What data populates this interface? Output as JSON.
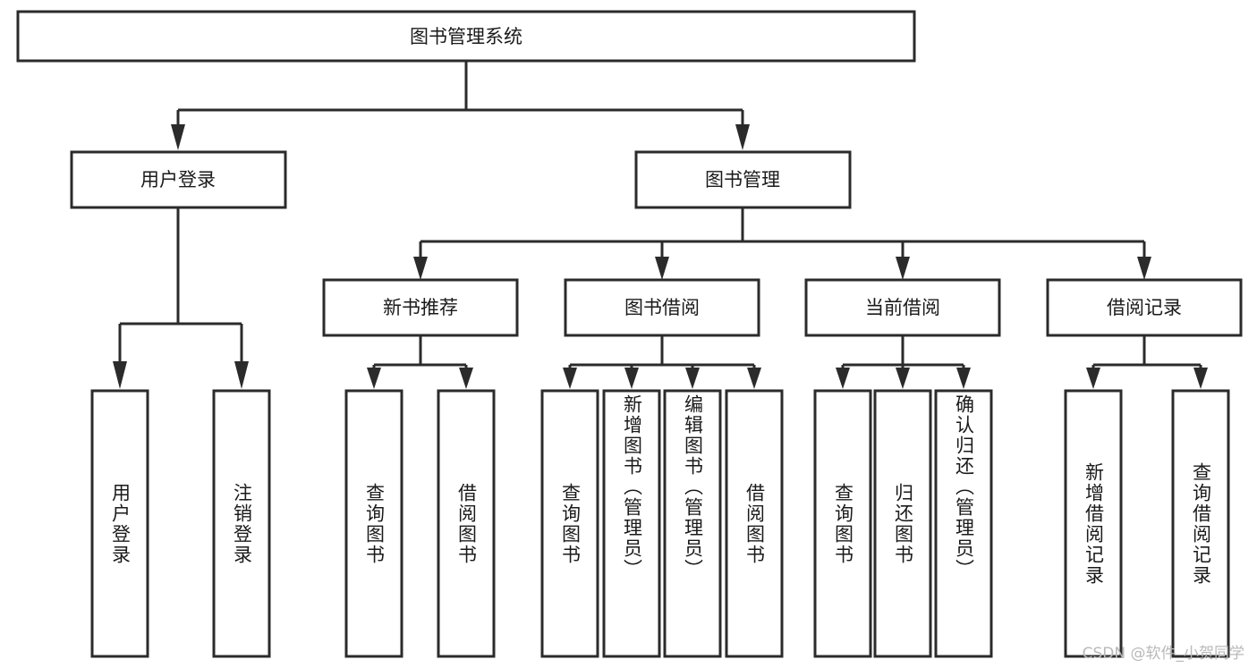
{
  "diagram": {
    "type": "tree",
    "title": "图书管理系统",
    "watermark": "CSDN @软件_小贺同学",
    "levels": {
      "root": {
        "label": "图书管理系统"
      },
      "level2": [
        {
          "label": "用户登录"
        },
        {
          "label": "图书管理"
        }
      ],
      "level3": [
        {
          "label": "新书推荐"
        },
        {
          "label": "图书借阅"
        },
        {
          "label": "当前借阅"
        },
        {
          "label": "借阅记录"
        }
      ],
      "leaves": {
        "user_login": [
          {
            "label": "用户登录"
          },
          {
            "label": "注销登录"
          }
        ],
        "new_book_recommend": [
          {
            "label": "查询图书"
          },
          {
            "label": "借阅图书"
          }
        ],
        "book_borrow": [
          {
            "label": "查询图书"
          },
          {
            "label": "新增图书（管理员）"
          },
          {
            "label": "编辑图书（管理员）"
          },
          {
            "label": "借阅图书"
          }
        ],
        "current_borrow": [
          {
            "label": "查询图书"
          },
          {
            "label": "归还图书"
          },
          {
            "label": "确认归还（管理员）"
          }
        ],
        "borrow_record": [
          {
            "label": "新增借阅记录"
          },
          {
            "label": "查询借阅记录"
          }
        ]
      }
    },
    "colors": {
      "stroke": "#2b2b2b",
      "fill": "#ffffff",
      "text": "#1a1a1a",
      "watermark": "#b9b9b9"
    }
  }
}
